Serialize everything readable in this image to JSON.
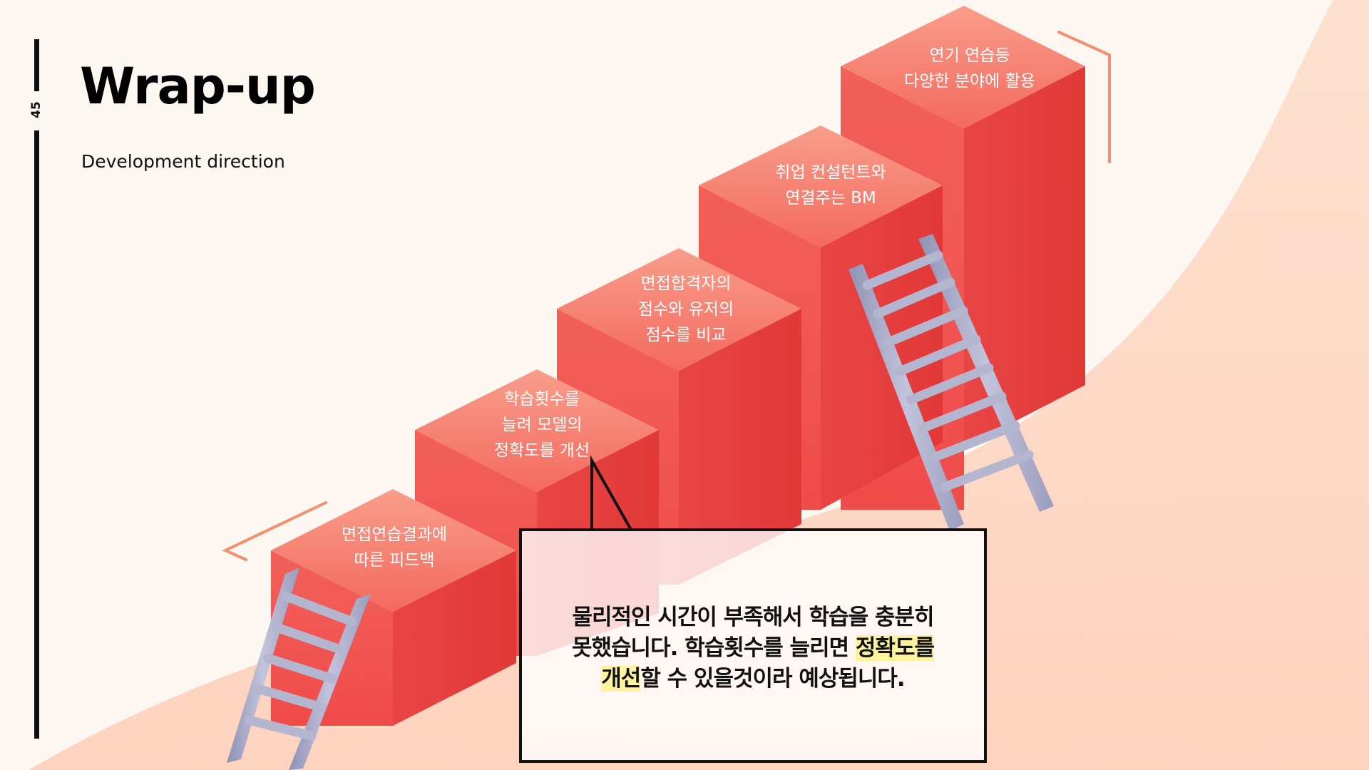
{
  "slide": {
    "page_number": "45",
    "title": "Wrap-up",
    "subtitle": "Development direction"
  },
  "steps": [
    {
      "lines": [
        "면접연습결과에",
        "따른 피드백"
      ]
    },
    {
      "lines": [
        "학습횟수를",
        "늘려 모델의",
        "정확도를 개선"
      ]
    },
    {
      "lines": [
        "면접합격자의",
        "점수와 유저의",
        "점수를 비교"
      ]
    },
    {
      "lines": [
        "취업 컨설턴트와",
        "연결주는 BM"
      ]
    },
    {
      "lines": [
        "연기 연습등",
        "다양한 분야에 활용"
      ]
    }
  ],
  "callout": {
    "line1": "물리적인 시간이 부족해서 학습을 충분히",
    "line2_plain": "못했습니다. 학습횟수를 늘리면 ",
    "line2_highlight": "정확도를",
    "line3_highlight": "개선",
    "line3_plain": "할 수 있을것이라 예상됩니다."
  },
  "colors": {
    "background": "#fdf7f1",
    "block_front": "#f05850",
    "block_side": "#e03a3a",
    "block_top": "#f78d7a",
    "ladder": "#a9acc8",
    "accent_line": "#f08a6c",
    "highlight": "#fff3a0"
  }
}
